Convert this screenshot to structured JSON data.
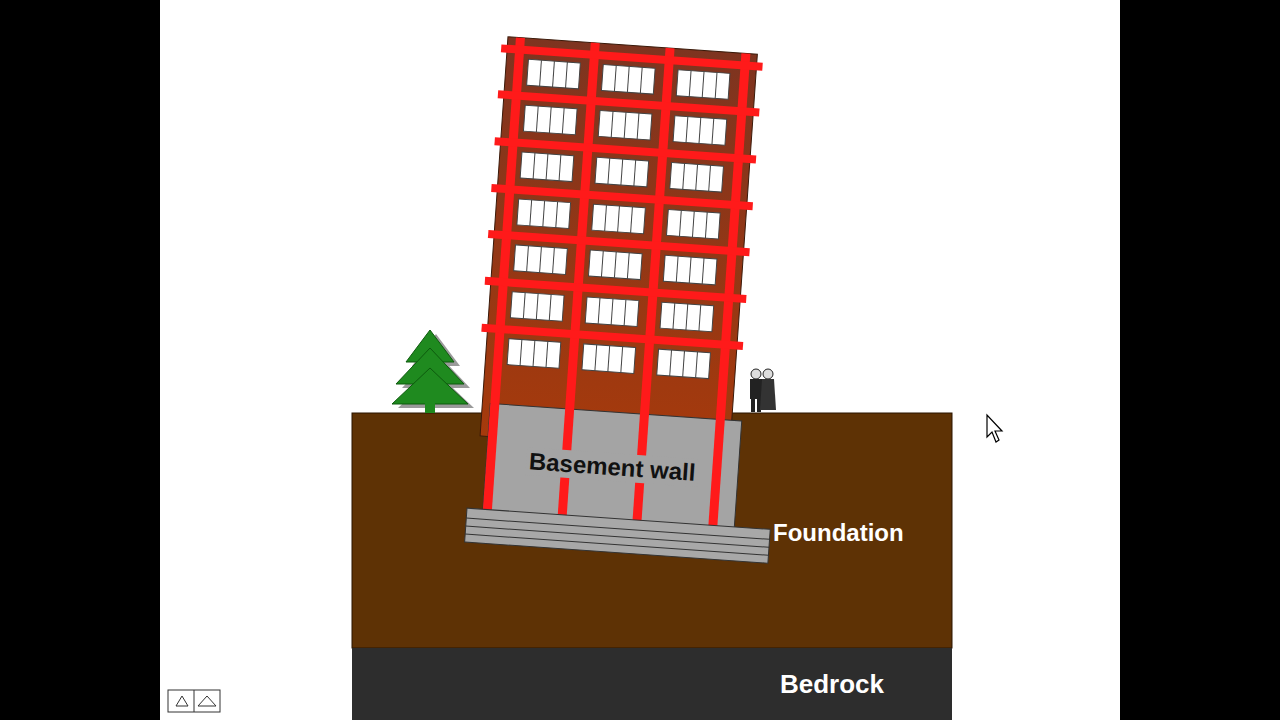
{
  "diagram": {
    "nodes": [
      {
        "text": [
          "Basement wall"
        ]
      },
      {
        "text": [
          "Bedrock"
        ]
      }
    ],
    "labels": [
      "Foundation"
    ]
  }
}
